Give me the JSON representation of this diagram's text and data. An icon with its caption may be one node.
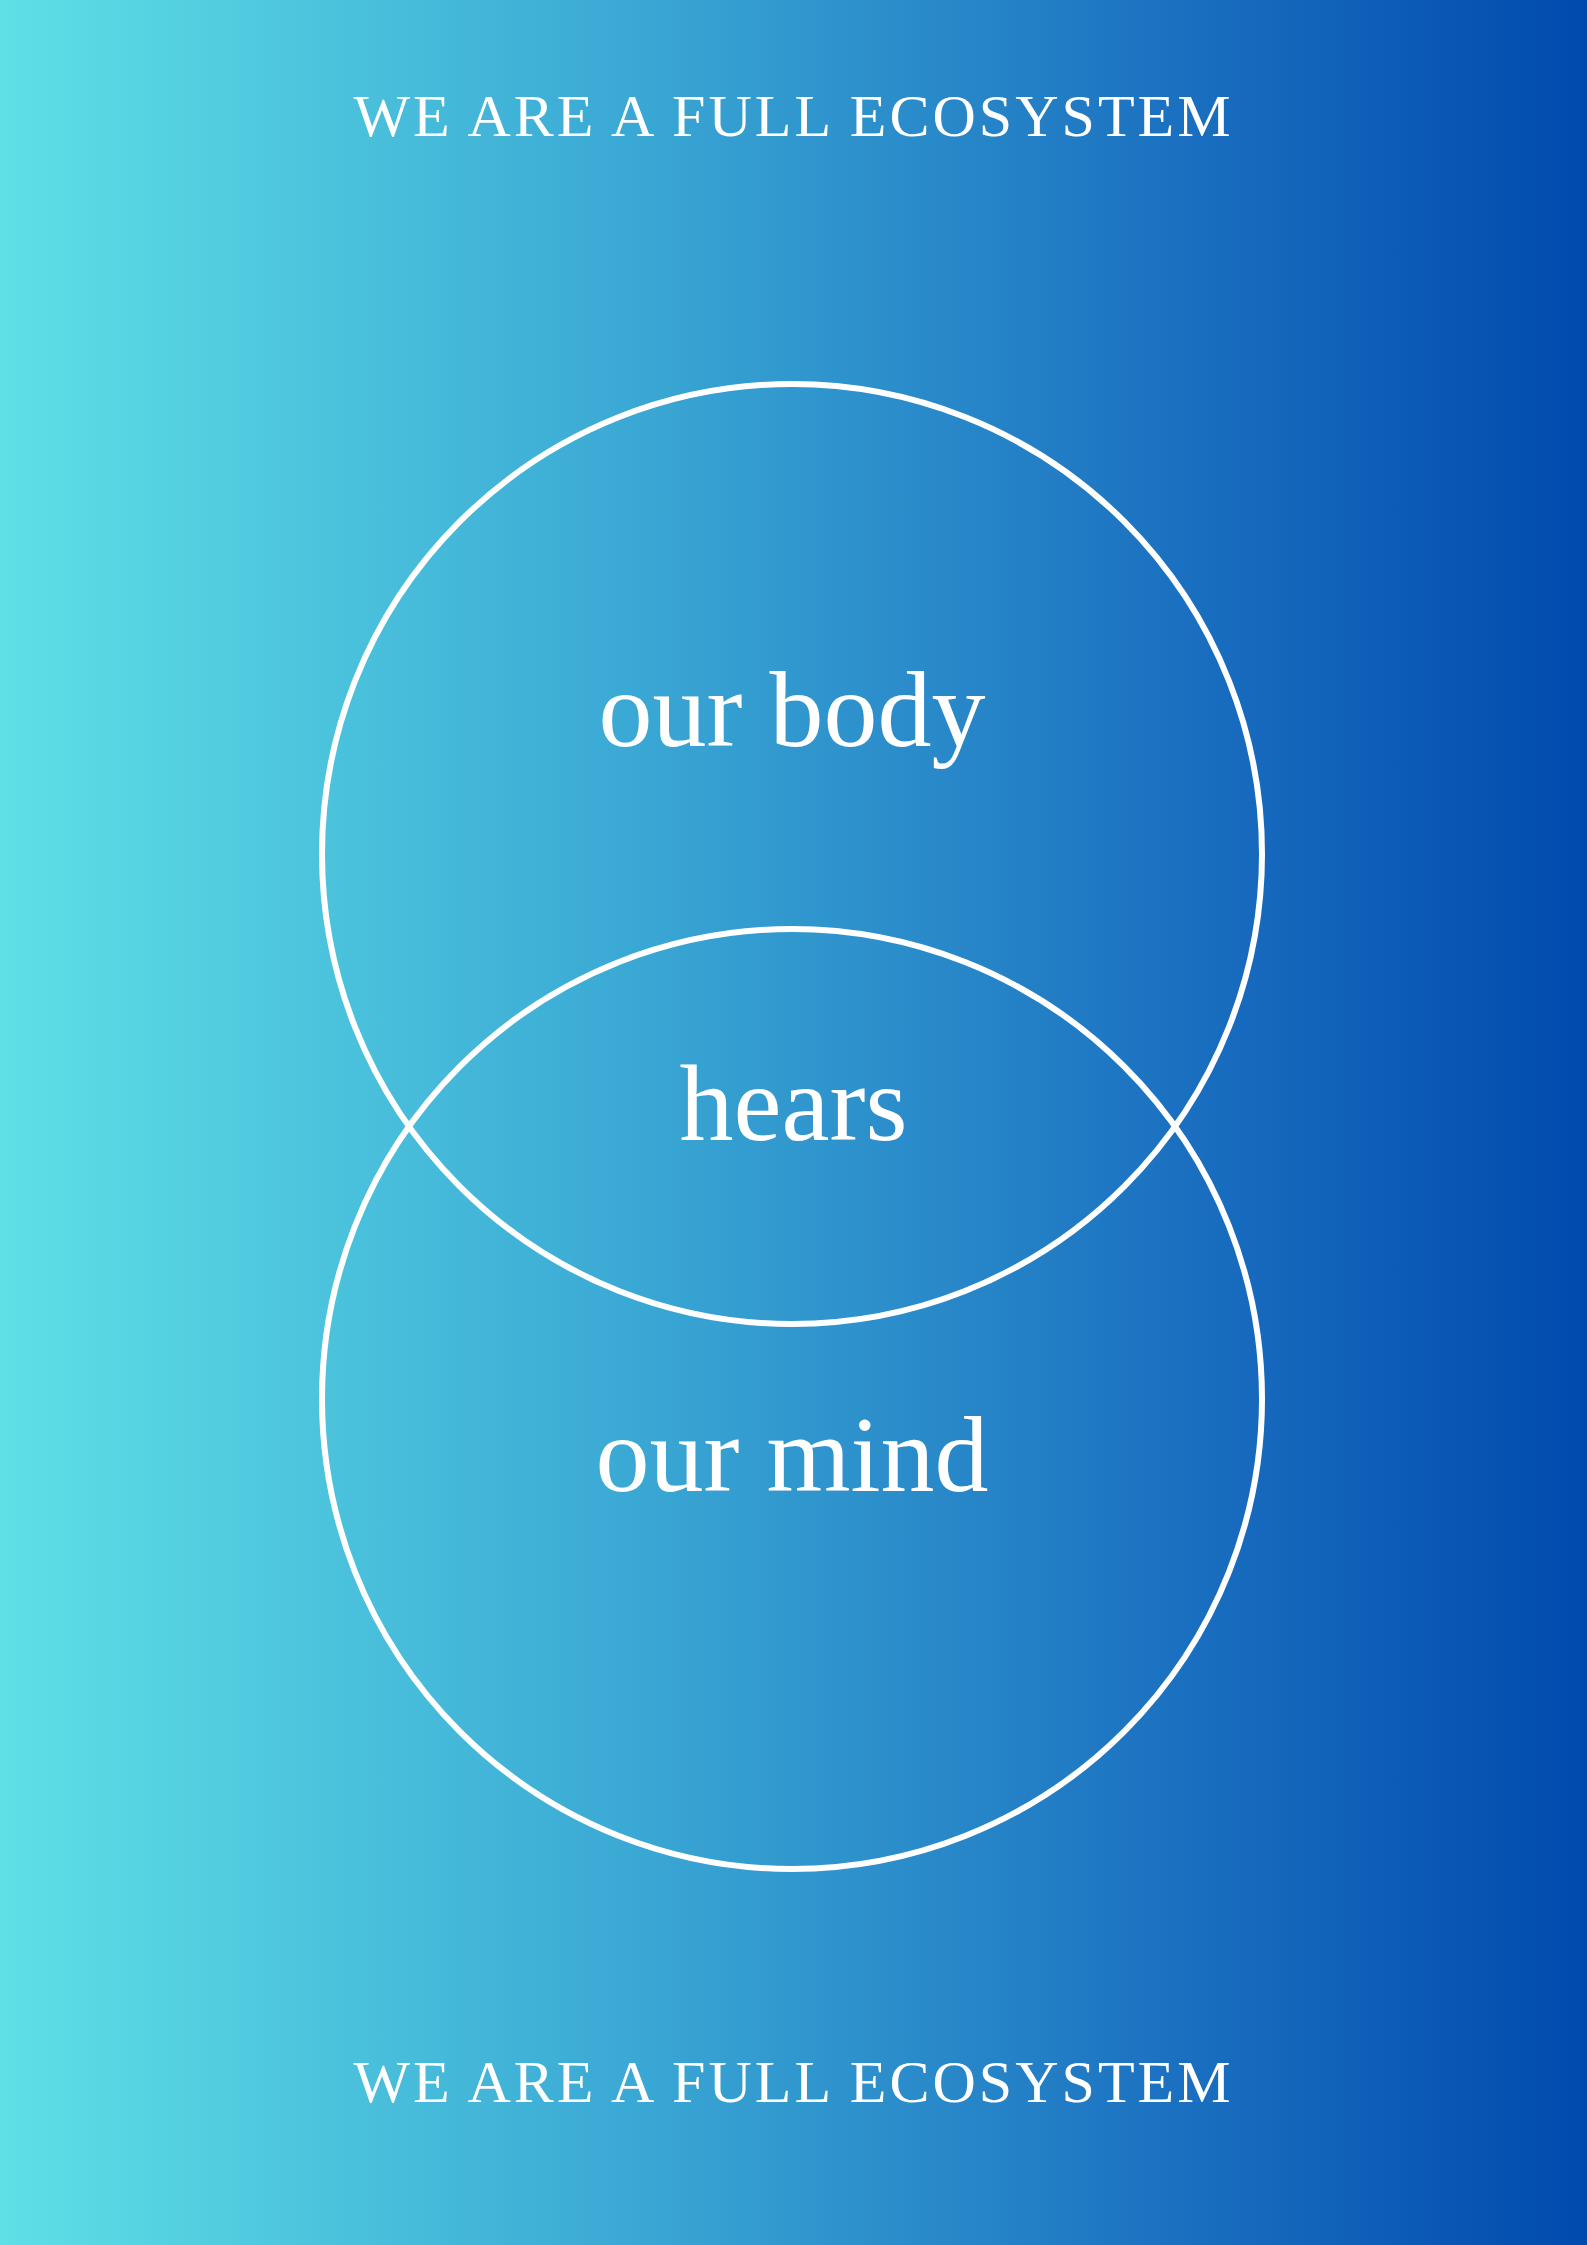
{
  "diagram": {
    "title": "WE ARE A FULL ECOSYSTEM",
    "caption": "WE ARE A FULL ECOSYSTEM",
    "nodes": [
      {
        "text": [
          "our body"
        ]
      },
      {
        "text": [
          "our mind"
        ]
      }
    ],
    "labels": [
      "hears"
    ]
  }
}
